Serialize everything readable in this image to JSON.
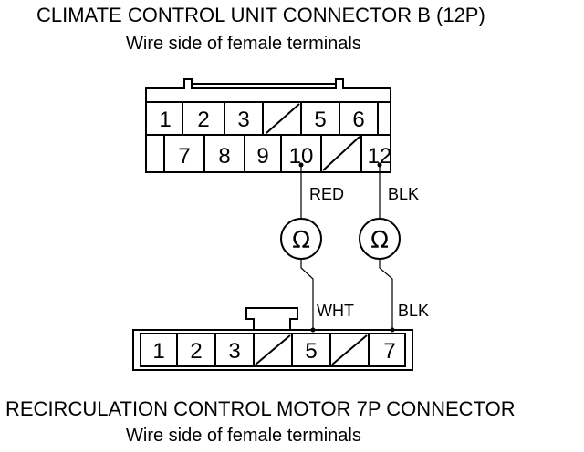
{
  "connector_b": {
    "title": "CLIMATE CONTROL UNIT CONNECTOR B (12P)",
    "subtitle": "Wire side of female terminals",
    "row1": [
      "1",
      "2",
      "3",
      "",
      "5",
      "6"
    ],
    "row2": [
      "7",
      "8",
      "9",
      "10",
      "",
      "12"
    ]
  },
  "connector_7p": {
    "title": "RECIRCULATION CONTROL MOTOR 7P CONNECTOR",
    "subtitle": "Wire side of female terminals",
    "cells": [
      "1",
      "2",
      "3",
      "",
      "5",
      "",
      "7"
    ]
  },
  "wires": {
    "b_pin10_color": "RED",
    "b_pin12_color": "BLK",
    "m_pin5_color": "WHT",
    "m_pin7_color": "BLK"
  },
  "meters": {
    "symbol": "Ω"
  }
}
